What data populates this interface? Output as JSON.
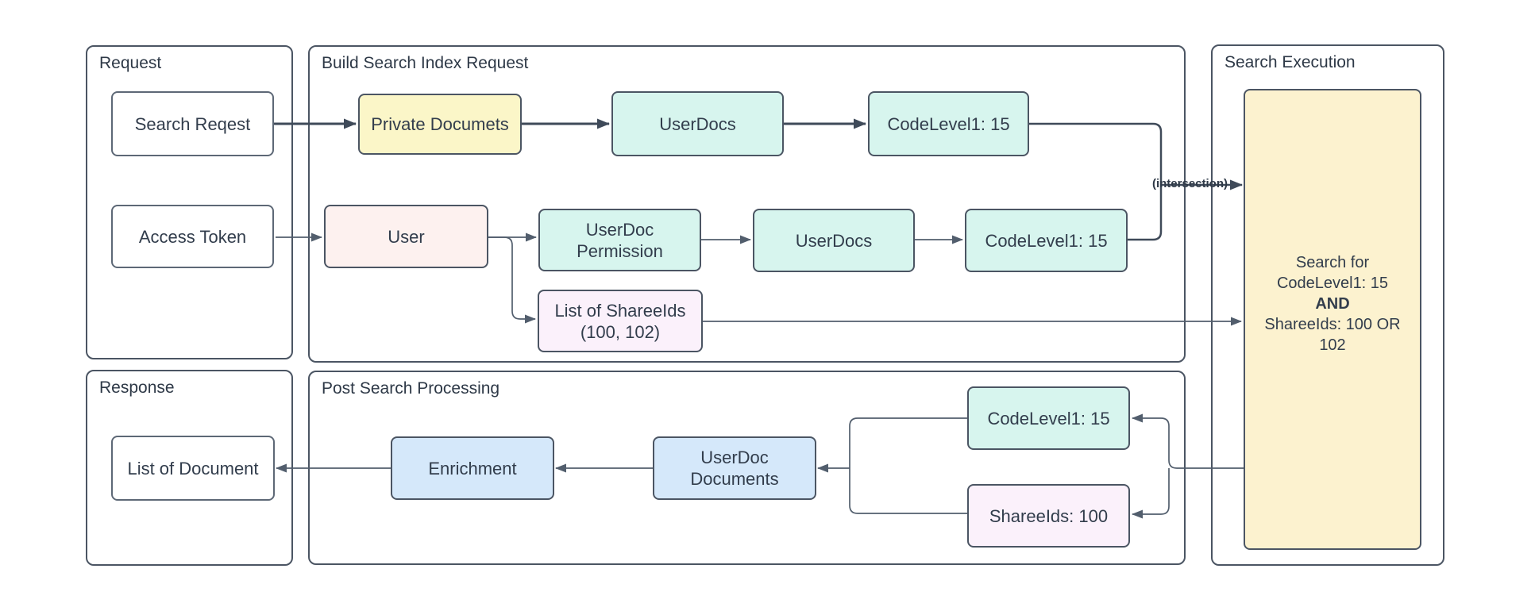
{
  "diagram": {
    "containers": {
      "request": {
        "title": "Request"
      },
      "build": {
        "title": "Build Search Index Request"
      },
      "search_execution": {
        "title": "Search Execution"
      },
      "response": {
        "title": "Response"
      },
      "post": {
        "title": "Post Search Processing"
      }
    },
    "nodes": {
      "search_reqest": {
        "label": "Search Reqest"
      },
      "access_token": {
        "label": "Access Token"
      },
      "private_documets": {
        "label": "Private Documets"
      },
      "userdocs_top": {
        "label": "UserDocs"
      },
      "codelevel1_top": {
        "label": "CodeLevel1: 15"
      },
      "user": {
        "label": "User"
      },
      "userdoc_permission": {
        "label": "UserDoc\nPermission"
      },
      "userdocs_mid": {
        "label": "UserDocs"
      },
      "codelevel1_mid": {
        "label": "CodeLevel1: 15"
      },
      "list_of_shareeids": {
        "label": "List of ShareeIds\n(100, 102)"
      },
      "search_criteria": {
        "line1": "Search for",
        "line2": "CodeLevel1: 15",
        "line3": "AND",
        "line4": "ShareeIds: 100 OR 102"
      },
      "codelevel1_bottom": {
        "label": "CodeLevel1: 15"
      },
      "shareeids_100": {
        "label": "ShareeIds: 100"
      },
      "userdoc_documents": {
        "label": "UserDoc\nDocuments"
      },
      "enrichment": {
        "label": "Enrichment"
      },
      "list_of_document": {
        "label": "List of Document"
      }
    },
    "edge_labels": {
      "intersection": "(intersection)"
    },
    "palette": {
      "teal": "#d7f5ee",
      "yellow": "#fbf6c8",
      "pink": "#fdf1ef",
      "lavender": "#fbf1fb",
      "blue": "#d5e8fa",
      "beige": "#fcf2cf",
      "white_box": "#ffffff",
      "border": "#4b5563",
      "arrow_bold": "#3f4a59",
      "arrow_thin": "#525e6d",
      "text": "#323d4c"
    }
  }
}
